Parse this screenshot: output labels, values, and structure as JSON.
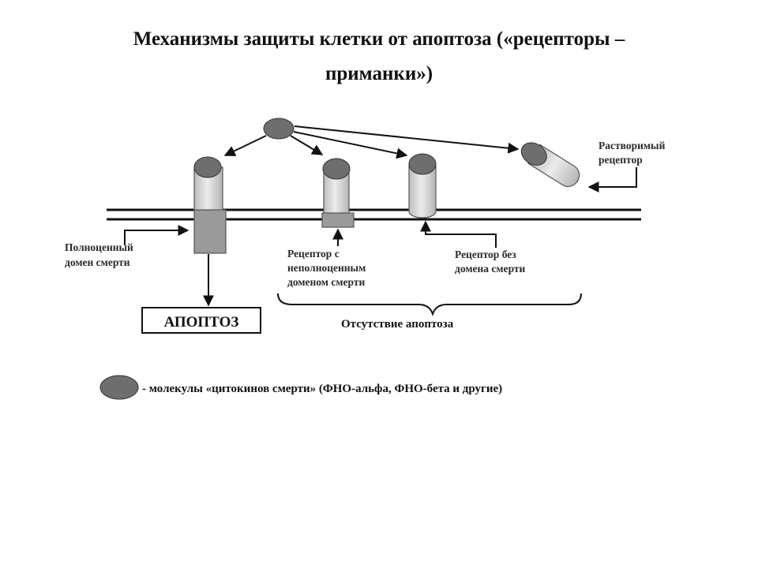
{
  "title": {
    "line1": "Механизмы защиты клетки от апоптоза («рецепторы –",
    "line2": "приманки»)"
  },
  "labels": {
    "soluble_receptor": [
      "Растворимый",
      "рецептор"
    ],
    "full_death_domain": [
      "Полноценный",
      "домен смерти"
    ],
    "partial_death_domain": [
      "Рецептор с",
      "неполноценным",
      "доменом смерти"
    ],
    "no_death_domain": [
      "Рецептор без",
      "домена смерти"
    ],
    "apoptosis_box": "АПОПТОЗ",
    "no_apoptosis": "Отсутствие апоптоза"
  },
  "legend": {
    "text": "- молекулы «цитокинов смерти» (ФНО-альфа, ФНО-бета и другие)"
  },
  "colors": {
    "ligand": "#6e6e6e",
    "receptor_body": "#d9d9d9",
    "death_domain": "#9a9a9a",
    "line": "#111111"
  }
}
